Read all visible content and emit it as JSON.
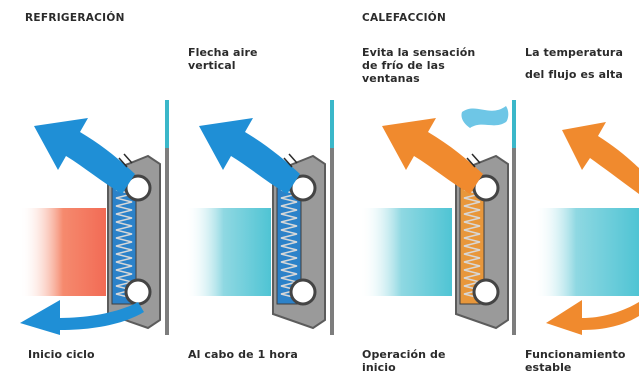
{
  "headers": {
    "cooling": "REFRIGERACIÓN",
    "heating": "CALEFACCIÓN"
  },
  "notes": {
    "vertical_airflow": "Flecha aire\nvertical",
    "window_cold": "Evita la sensación\nde frío de las\nventanas",
    "flow_temp_line1": "La temperatura",
    "flow_temp_line2": "del flujo es alta"
  },
  "captions": {
    "cycle_start": "Inicio ciclo",
    "after_hour": "Al cabo de 1 hora",
    "start_operation": "Operación de\ninicio",
    "stable_operation": "Funcionamiento\nestable"
  },
  "colors": {
    "cool_arrow": "#1f8fd6",
    "heat_arrow": "#f08a2e",
    "warm_air": "#f26b55",
    "cool_air": "#4fc4d4",
    "body_grey": "#8c8c8c",
    "fin_blue": "#2c82c9",
    "fin_orange": "#e8973b",
    "wall": "#7d7d7d",
    "window_strip": "#3ab7c9"
  }
}
